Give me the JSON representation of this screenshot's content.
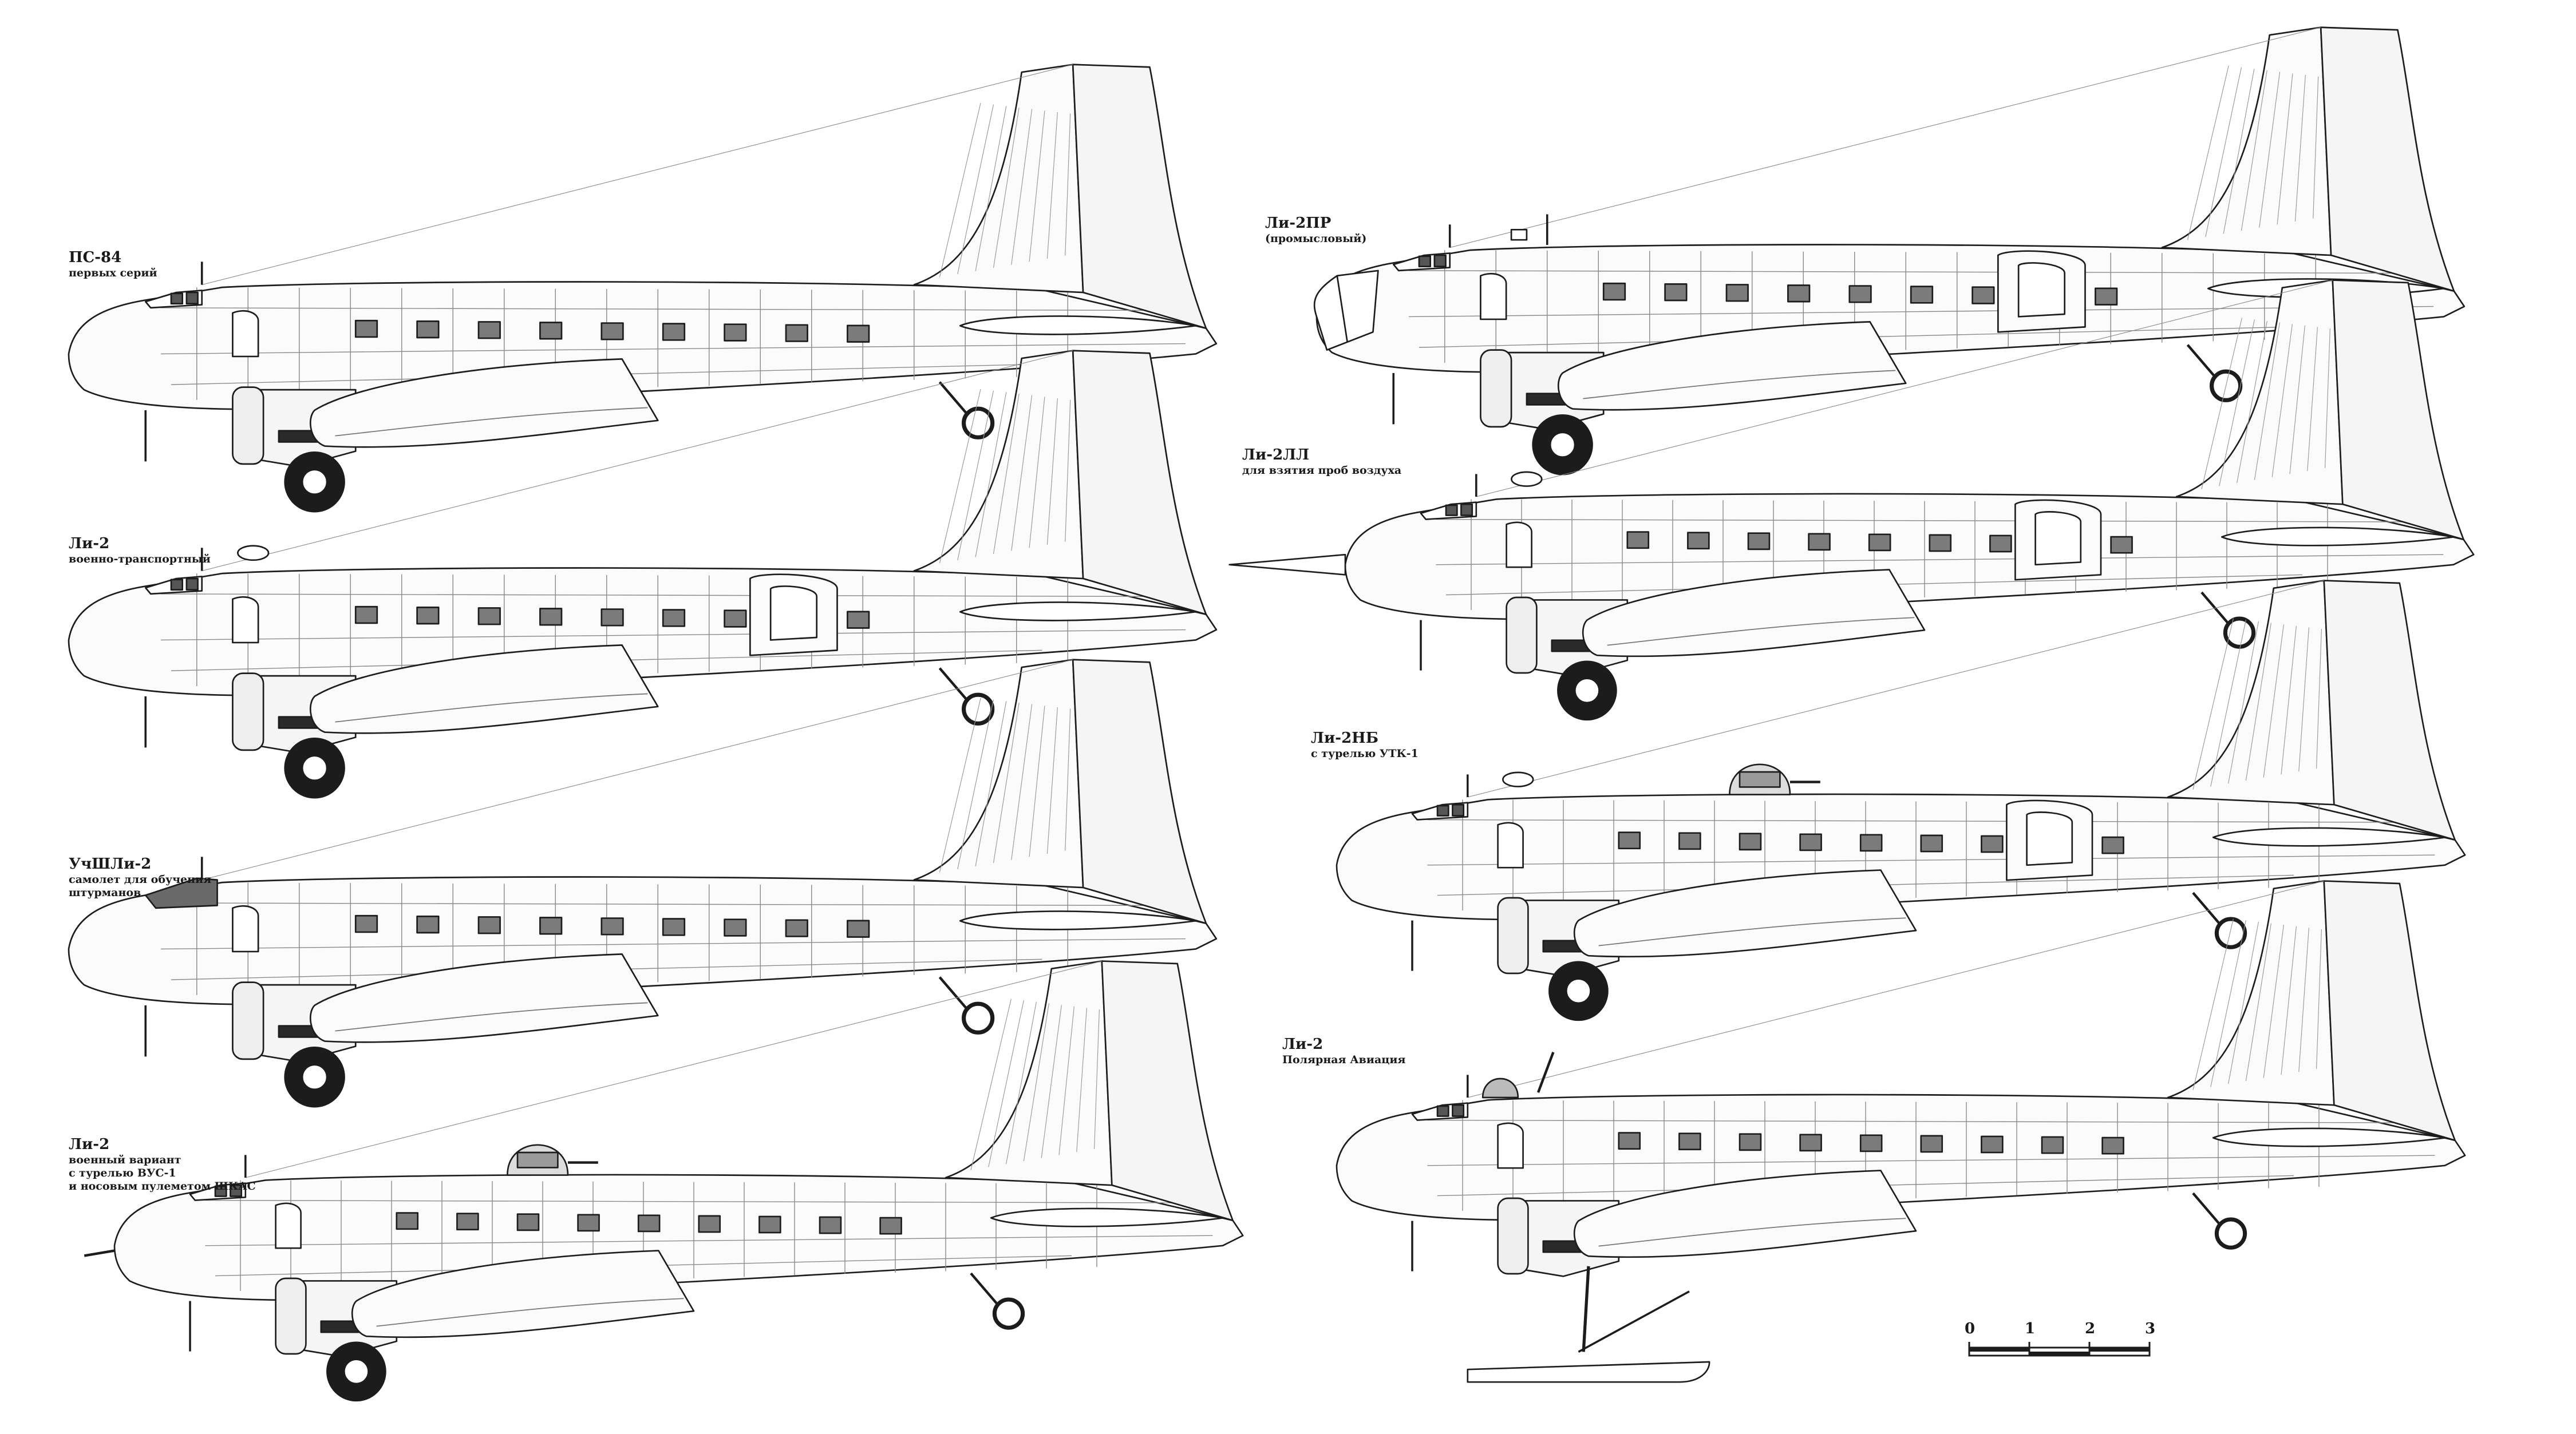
{
  "variants": [
    {
      "id": "ps84",
      "title": "ПС-84",
      "subtitle": [
        "первых серий"
      ],
      "options": {}
    },
    {
      "id": "li2-mil",
      "title": "Ли-2",
      "subtitle": [
        "военно-транспортный"
      ],
      "options": {
        "cargoDoor": true,
        "dome": true
      }
    },
    {
      "id": "uchli2",
      "title": "УчШЛи-2",
      "subtitle": [
        "самолет для обучения",
        "штурманов"
      ],
      "options": {
        "navCabin": true
      }
    },
    {
      "id": "li2-vus",
      "title": "Ли-2",
      "subtitle": [
        "военный вариант",
        "с турелью ВУС-1",
        "и носовым пулеметом ШКАС"
      ],
      "options": {
        "turret": true,
        "noseGun": true
      }
    },
    {
      "id": "li2pr",
      "title": "Ли-2ПР",
      "subtitle": [
        "(промысловый)"
      ],
      "options": {
        "glazedNose": true,
        "cargoDoor": true,
        "mast": true
      }
    },
    {
      "id": "li2ll",
      "title": "Ли-2ЛЛ",
      "subtitle": [
        "для взятия проб воздуха"
      ],
      "options": {
        "probeNose": true,
        "cargoDoor": true,
        "dome": true
      }
    },
    {
      "id": "li2nb",
      "title": "Ли-2НБ",
      "subtitle": [
        "с турелью УТК-1"
      ],
      "options": {
        "turret": true,
        "cargoDoor": true,
        "dome": true
      }
    },
    {
      "id": "li2-polar",
      "title": "Ли-2",
      "subtitle": [
        "Полярная Авиация"
      ],
      "options": {
        "skis": true,
        "blister": true
      }
    }
  ],
  "scale": {
    "ticks": [
      "0",
      "1",
      "2",
      "3"
    ],
    "units_per_tick": 1
  }
}
